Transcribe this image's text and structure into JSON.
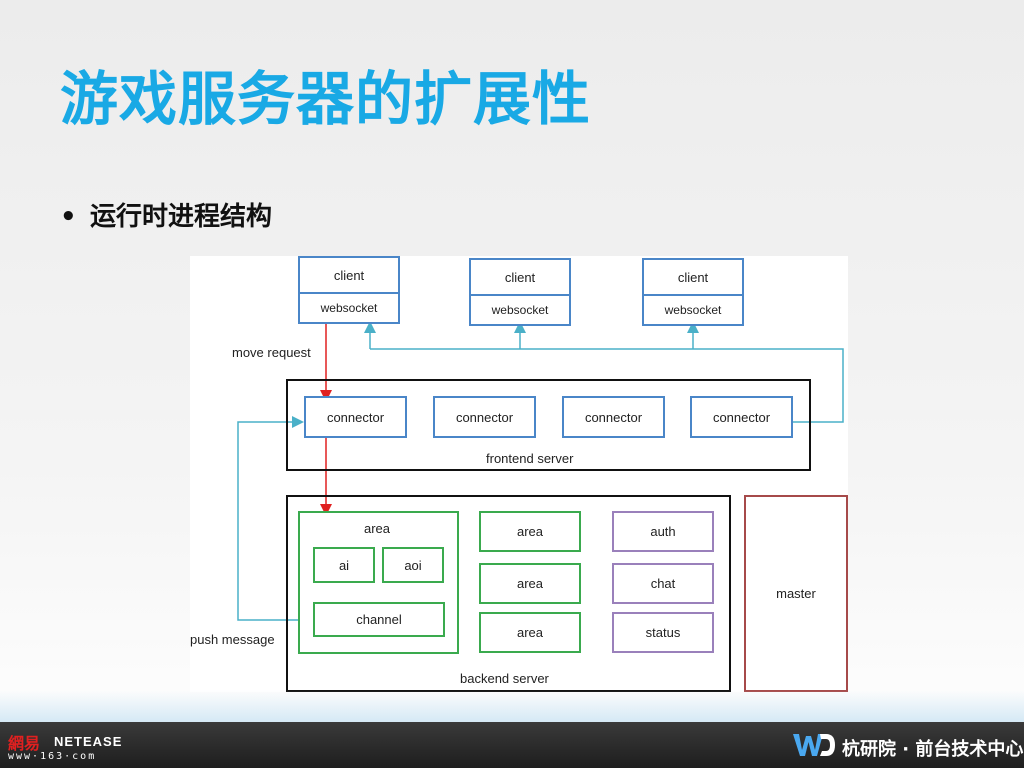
{
  "slide": {
    "title": "游戏服务器的扩展性",
    "bullet": "运行时进程结构"
  },
  "diagram": {
    "clients": [
      {
        "client": "client",
        "socket": "websocket"
      },
      {
        "client": "client",
        "socket": "websocket"
      },
      {
        "client": "client",
        "socket": "websocket"
      }
    ],
    "move_request": "move request",
    "push_message": "push message",
    "connectors": [
      "connector",
      "connector",
      "connector",
      "connector"
    ],
    "frontend_label": "frontend server",
    "area_group": {
      "title": "area",
      "ai": "ai",
      "aoi": "aoi",
      "channel": "channel"
    },
    "areas": [
      "area",
      "area",
      "area"
    ],
    "services": [
      "auth",
      "chat",
      "status"
    ],
    "backend_label": "backend server",
    "master": "master"
  },
  "footer": {
    "brand_cn": "網易",
    "brand_en": "NETEASE",
    "brand_url": "www·163·com",
    "right_text": "杭研院 · 前台技术中心"
  },
  "colors": {
    "title": "#19a9e5",
    "client_border": "#4a86c8",
    "area_border": "#3aaa4e",
    "service_border": "#9a80bb",
    "master_border": "#a64a4a",
    "arrow_red": "#e02020",
    "arrow_teal": "#4ab0c8"
  }
}
